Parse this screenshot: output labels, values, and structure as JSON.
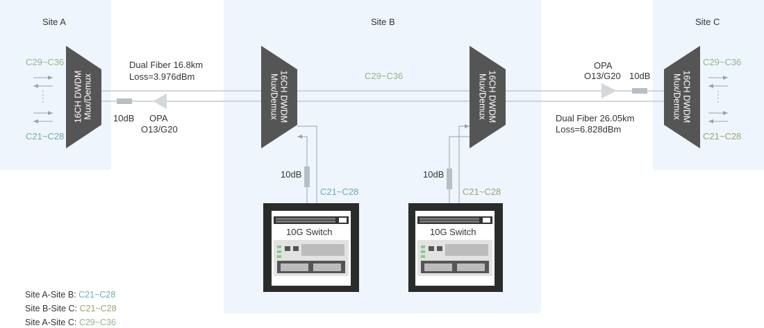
{
  "sites": {
    "a": {
      "name": "Site A",
      "top_channels": "C29~C36",
      "bottom_channels": "C21~C28"
    },
    "b": {
      "name": "Site B",
      "mid_channels": "C29~C36"
    },
    "c": {
      "name": "Site C",
      "top_channels": "C29~C36",
      "bottom_channels": "C21~C28"
    }
  },
  "mux": {
    "line1": "16CH DWDM",
    "line2": "Mux/Demux"
  },
  "link_ab": {
    "fiber": "Dual Fiber 16.8km",
    "loss": "Loss=3.976dBm",
    "attenuator": "10dB",
    "amp_name": "OPA",
    "amp_model": "O13/G20"
  },
  "link_bc": {
    "fiber": "Dual Fiber 26.05km",
    "loss": "Loss=6.828dBm",
    "attenuator": "10dB",
    "amp_name": "OPA",
    "amp_model": "O13/G20"
  },
  "switches": [
    {
      "label": "10G Switch",
      "attenuator": "10dB",
      "channels": "C21~C28"
    },
    {
      "label": "10G Switch",
      "attenuator": "10dB",
      "channels": "C21~C28"
    }
  ],
  "legend": [
    {
      "label": "Site A-Site B: ",
      "value": "C21~C28",
      "color": "#6aaeae"
    },
    {
      "label": "Site B-Site C: ",
      "value": "C21~C28",
      "color": "#9aa56c"
    },
    {
      "label": "Site A-Site C: ",
      "value": "C29~C36",
      "color": "#8fb98b"
    }
  ],
  "colors": {
    "site_bg": "#eef5fc",
    "mux": "#555555",
    "fiber": "#b7bfc6",
    "teal": "#6aaeae",
    "olive": "#9aa56c",
    "green": "#8fb98b"
  }
}
